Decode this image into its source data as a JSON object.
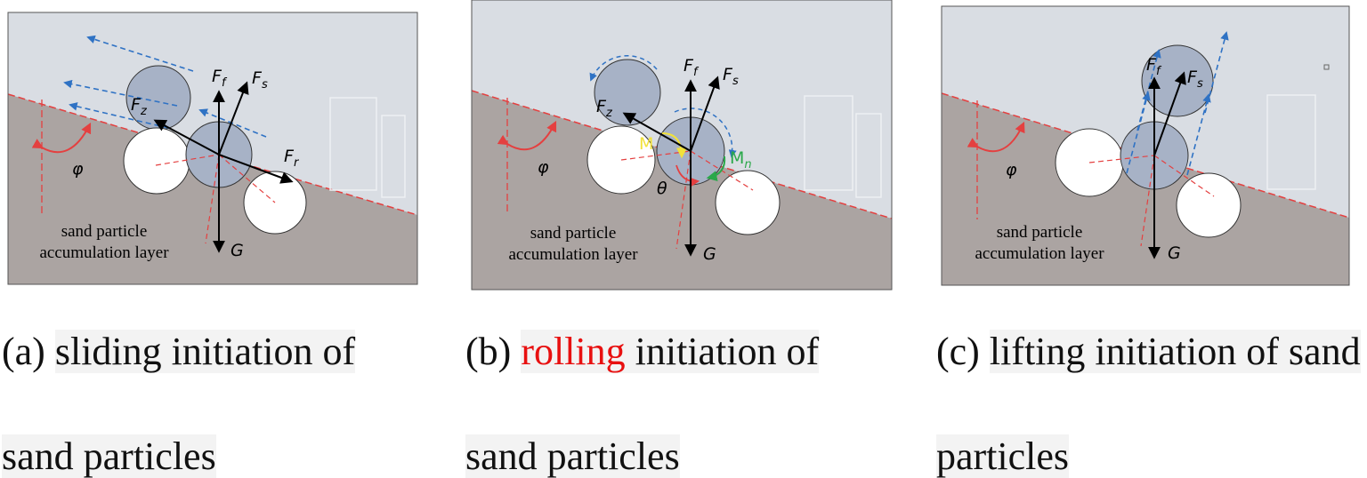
{
  "panels": [
    {
      "caption_prefix": "(a)",
      "caption_hl": "sliding initiation of",
      "caption_line2": "sand particles",
      "layer_label_1": "sand particle",
      "layer_label_2": "accumulation layer",
      "angle_label": "φ",
      "forces": {
        "ff": {
          "main": "F",
          "sub": "f"
        },
        "fs": {
          "main": "F",
          "sub": "s"
        },
        "fz": {
          "main": "F",
          "sub": "z"
        },
        "fr": {
          "main": "F",
          "sub": "r"
        },
        "g": "G"
      }
    },
    {
      "caption_prefix": "(b)",
      "caption_hl_red": "rolling",
      "caption_hl": "initiation of",
      "caption_line2": "sand particles",
      "layer_label_1": "sand particle",
      "layer_label_2": "accumulation layer",
      "angle_label": "φ",
      "theta_label": "θ",
      "moments": {
        "m_yellow": {
          "main": "M",
          "sub": ""
        },
        "m_green": {
          "main": "M",
          "sub": "n"
        }
      },
      "forces": {
        "ff": {
          "main": "F",
          "sub": "f"
        },
        "fs": {
          "main": "F",
          "sub": "s"
        },
        "fz": {
          "main": "F",
          "sub": "z"
        },
        "g": "G"
      }
    },
    {
      "caption_prefix": "(c)",
      "caption_hl": "lifting initiation of sand",
      "caption_line2": "particles",
      "layer_label_1": "sand particle",
      "layer_label_2": "accumulation layer",
      "angle_label": "φ",
      "forces": {
        "ff": {
          "main": "F",
          "sub": "f"
        },
        "fs": {
          "main": "F",
          "sub": "s"
        },
        "g": "G"
      }
    }
  ],
  "colors": {
    "sky": "#d9dde3",
    "ground": "#aba4a2",
    "particle_blue": "#a7b2c6",
    "particle_white": "#ffffff",
    "dashed_red": "#e44040",
    "dashed_blue": "#2f72c4",
    "caption_red": "#e81010",
    "moment_yellow": "#f2e23a",
    "moment_green": "#2aa84a"
  }
}
